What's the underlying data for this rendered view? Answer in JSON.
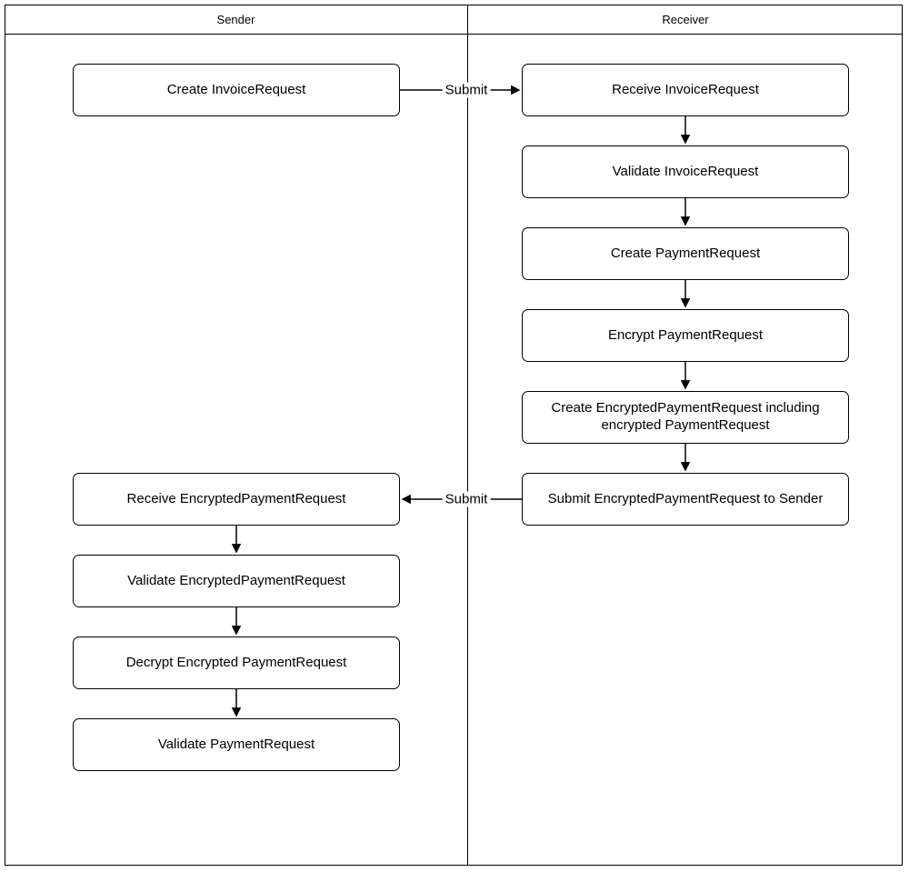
{
  "diagram": {
    "type": "swimlane-flowchart",
    "colors": {
      "stroke": "#000000",
      "node_fill": "#ffffff",
      "background": "#ffffff"
    },
    "lanes": [
      {
        "title": "Sender"
      },
      {
        "title": "Receiver"
      }
    ],
    "nodes": {
      "sender": [
        {
          "id": "create-invoice-request",
          "label": "Create InvoiceRequest"
        },
        {
          "id": "receive-encrypted-payment-request",
          "label": "Receive EncryptedPaymentRequest"
        },
        {
          "id": "validate-encrypted-payment-request",
          "label": "Validate EncryptedPaymentRequest"
        },
        {
          "id": "decrypt-encrypted-payment-request",
          "label": "Decrypt Encrypted PaymentRequest"
        },
        {
          "id": "validate-payment-request",
          "label": "Validate PaymentRequest"
        }
      ],
      "receiver": [
        {
          "id": "receive-invoice-request",
          "label": "Receive InvoiceRequest"
        },
        {
          "id": "validate-invoice-request",
          "label": "Validate InvoiceRequest"
        },
        {
          "id": "create-payment-request",
          "label": "Create PaymentRequest"
        },
        {
          "id": "encrypt-payment-request",
          "label": "Encrypt PaymentRequest"
        },
        {
          "id": "create-encrypted-payment-request",
          "label": "Create EncryptedPaymentRequest including encrypted PaymentRequest"
        },
        {
          "id": "submit-encrypted-payment-request",
          "label": "Submit EncryptedPaymentRequest to Sender"
        }
      ]
    },
    "edges": [
      {
        "from": "create-invoice-request",
        "to": "receive-invoice-request",
        "label": "Submit"
      },
      {
        "from": "receive-invoice-request",
        "to": "validate-invoice-request",
        "label": ""
      },
      {
        "from": "validate-invoice-request",
        "to": "create-payment-request",
        "label": ""
      },
      {
        "from": "create-payment-request",
        "to": "encrypt-payment-request",
        "label": ""
      },
      {
        "from": "encrypt-payment-request",
        "to": "create-encrypted-payment-request",
        "label": ""
      },
      {
        "from": "create-encrypted-payment-request",
        "to": "submit-encrypted-payment-request",
        "label": ""
      },
      {
        "from": "submit-encrypted-payment-request",
        "to": "receive-encrypted-payment-request",
        "label": "Submit"
      },
      {
        "from": "receive-encrypted-payment-request",
        "to": "validate-encrypted-payment-request",
        "label": ""
      },
      {
        "from": "validate-encrypted-payment-request",
        "to": "decrypt-encrypted-payment-request",
        "label": ""
      },
      {
        "from": "decrypt-encrypted-payment-request",
        "to": "validate-payment-request",
        "label": ""
      }
    ]
  }
}
